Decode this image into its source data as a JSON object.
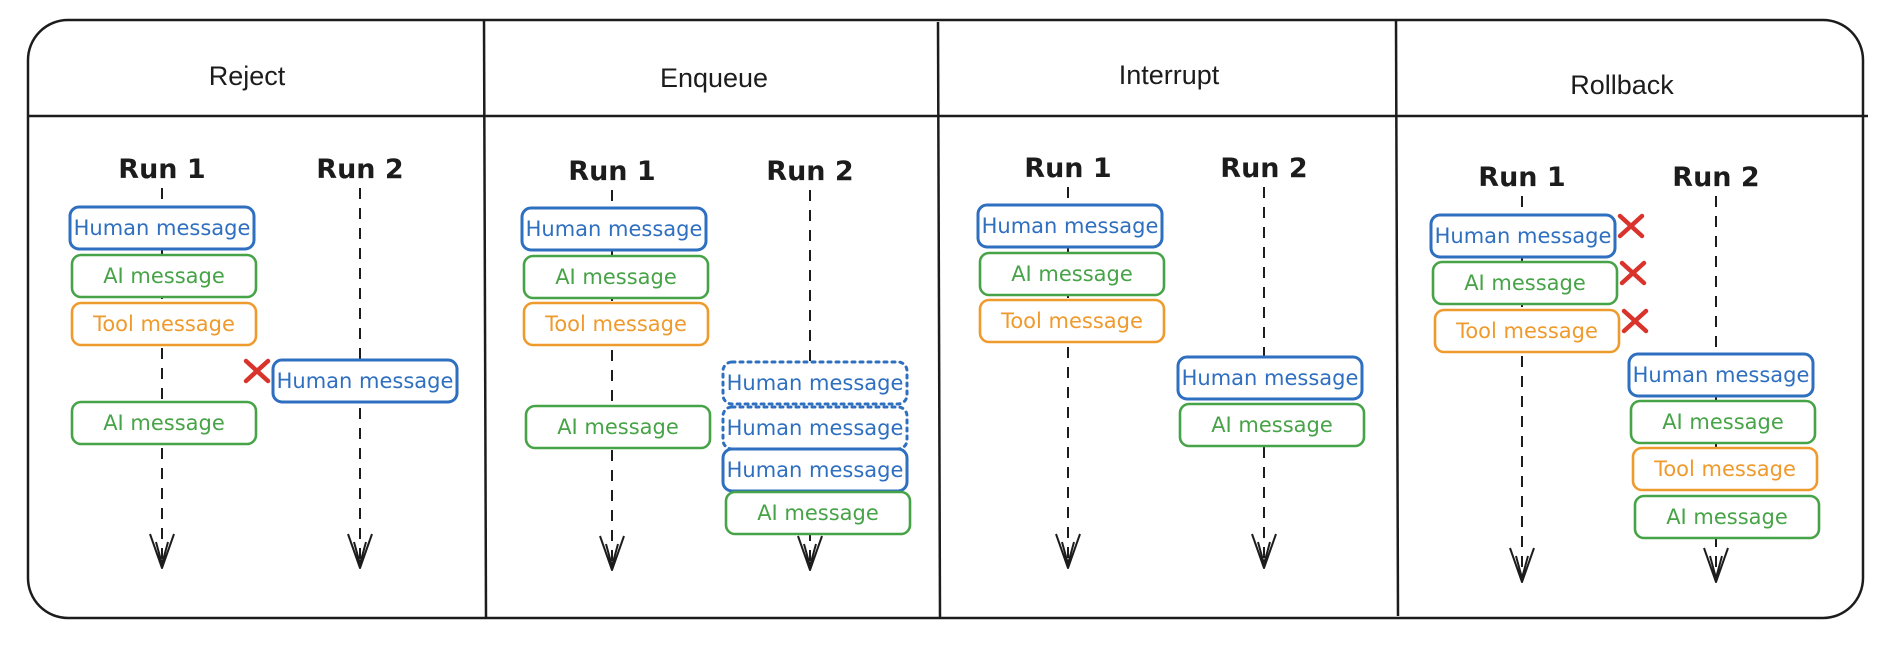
{
  "colors": {
    "human": "#2f6fc0",
    "ai": "#47a347",
    "tool": "#ef9a2d",
    "reject_mark": "#d9342b",
    "line": "#1c1c1c"
  },
  "labels": {
    "human": "Human message",
    "ai": "AI message",
    "tool": "Tool message"
  },
  "panels": [
    {
      "id": "reject",
      "title": "Reject",
      "runs": [
        {
          "label": "Run 1",
          "messages": [
            {
              "kind": "human",
              "style": "solid",
              "rejected": false
            },
            {
              "kind": "ai",
              "style": "solid",
              "rejected": false
            },
            {
              "kind": "tool",
              "style": "solid",
              "rejected": false
            },
            {
              "kind": "ai",
              "style": "solid",
              "rejected": false
            }
          ]
        },
        {
          "label": "Run 2",
          "messages": [
            {
              "kind": "human",
              "style": "solid",
              "rejected": true
            }
          ]
        }
      ]
    },
    {
      "id": "enqueue",
      "title": "Enqueue",
      "runs": [
        {
          "label": "Run 1",
          "messages": [
            {
              "kind": "human",
              "style": "solid",
              "rejected": false
            },
            {
              "kind": "ai",
              "style": "solid",
              "rejected": false
            },
            {
              "kind": "tool",
              "style": "solid",
              "rejected": false
            },
            {
              "kind": "ai",
              "style": "solid",
              "rejected": false
            }
          ]
        },
        {
          "label": "Run 2",
          "messages": [
            {
              "kind": "human",
              "style": "dotted",
              "rejected": false
            },
            {
              "kind": "human",
              "style": "dotted",
              "rejected": false
            },
            {
              "kind": "human",
              "style": "solid",
              "rejected": false
            },
            {
              "kind": "ai",
              "style": "solid",
              "rejected": false
            }
          ]
        }
      ]
    },
    {
      "id": "interrupt",
      "title": "Interrupt",
      "runs": [
        {
          "label": "Run 1",
          "messages": [
            {
              "kind": "human",
              "style": "solid",
              "rejected": false
            },
            {
              "kind": "ai",
              "style": "solid",
              "rejected": false
            },
            {
              "kind": "tool",
              "style": "solid",
              "rejected": false
            }
          ]
        },
        {
          "label": "Run 2",
          "messages": [
            {
              "kind": "human",
              "style": "solid",
              "rejected": false
            },
            {
              "kind": "ai",
              "style": "solid",
              "rejected": false
            }
          ]
        }
      ]
    },
    {
      "id": "rollback",
      "title": "Rollback",
      "runs": [
        {
          "label": "Run 1",
          "messages": [
            {
              "kind": "human",
              "style": "solid",
              "rejected": true
            },
            {
              "kind": "ai",
              "style": "solid",
              "rejected": true
            },
            {
              "kind": "tool",
              "style": "solid",
              "rejected": true
            }
          ]
        },
        {
          "label": "Run 2",
          "messages": [
            {
              "kind": "human",
              "style": "solid",
              "rejected": false
            },
            {
              "kind": "ai",
              "style": "solid",
              "rejected": false
            },
            {
              "kind": "tool",
              "style": "solid",
              "rejected": false
            },
            {
              "kind": "ai",
              "style": "solid",
              "rejected": false
            }
          ]
        }
      ]
    }
  ]
}
